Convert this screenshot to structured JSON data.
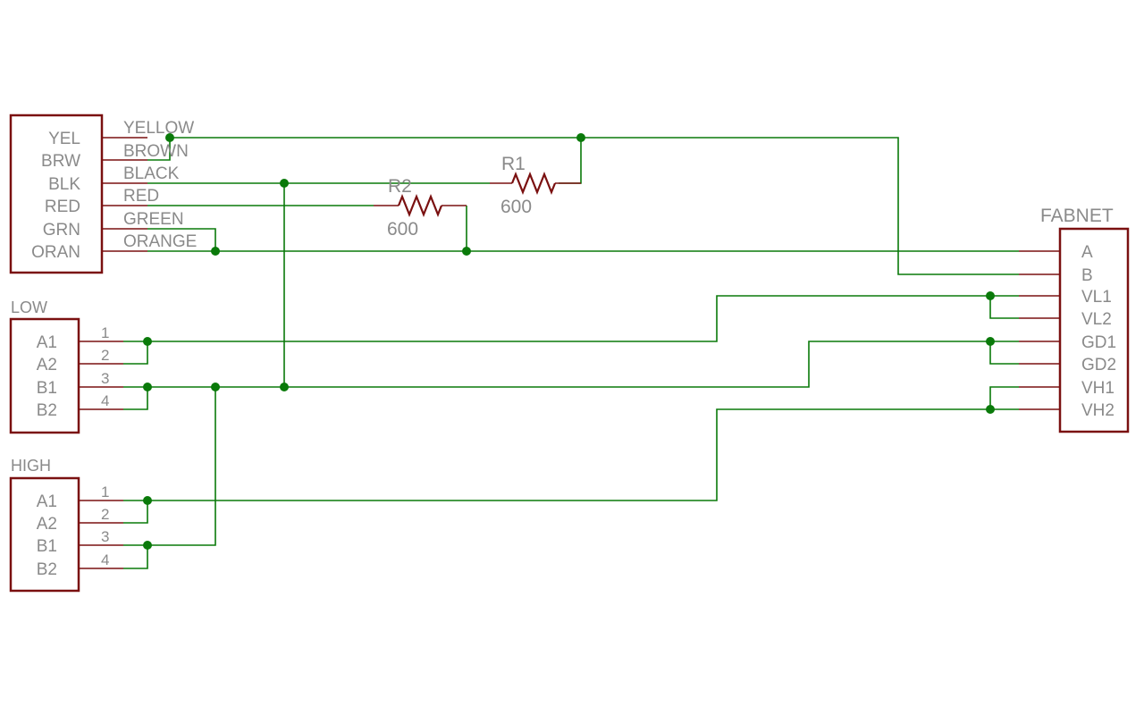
{
  "diagram": {
    "cable_connector": {
      "pins": [
        "YEL",
        "BRW",
        "BLK",
        "RED",
        "GRN",
        "ORAN"
      ],
      "wire_labels": [
        "YELLOW",
        "BROWN",
        "BLACK",
        "RED",
        "GREEN",
        "ORANGE"
      ]
    },
    "low": {
      "title": "LOW",
      "pins": [
        "A1",
        "A2",
        "B1",
        "B2"
      ],
      "pin_numbers": [
        "1",
        "2",
        "3",
        "4"
      ]
    },
    "high": {
      "title": "HIGH",
      "pins": [
        "A1",
        "A2",
        "B1",
        "B2"
      ],
      "pin_numbers": [
        "1",
        "2",
        "3",
        "4"
      ]
    },
    "fabnet": {
      "title": "FABNET",
      "pins": [
        "A",
        "B",
        "VL1",
        "VL2",
        "GD1",
        "GD2",
        "VH1",
        "VH2"
      ]
    },
    "r1": {
      "name": "R1",
      "value": "600"
    },
    "r2": {
      "name": "R2",
      "value": "600"
    }
  },
  "colors": {
    "part": "#7a1010",
    "wire": "#0a7a0a",
    "label": "#8a8a8a",
    "background": "#ffffff"
  }
}
